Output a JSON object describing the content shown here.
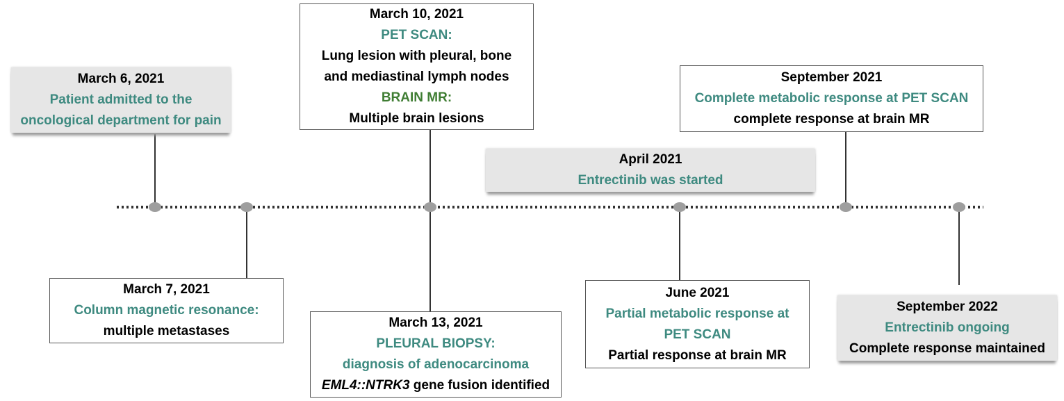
{
  "colors": {
    "teal": "#3e8a80",
    "green": "#3f7d33",
    "line": "#333333",
    "node": "#9e9e9e"
  },
  "events": {
    "e1": {
      "date": "March 6, 2021",
      "lines": [
        "Patient admitted to the",
        "oncological department for pain"
      ]
    },
    "e2": {
      "date": "March 7, 2021",
      "lines": [
        "Column magnetic resonance:"
      ],
      "detail": "multiple metastases"
    },
    "e3": {
      "date": "March 10, 2021",
      "pet_label": "PET SCAN:",
      "pet_lines": [
        "Lung lesion with pleural, bone",
        "and mediastinal lymph nodes"
      ],
      "mr_label": "BRAIN MR:",
      "mr_detail": "Multiple brain lesions"
    },
    "e4": {
      "date": "March 13, 2021",
      "lines": [
        "PLEURAL BIOPSY:",
        "diagnosis of adenocarcinoma"
      ],
      "gene": "EML4::NTRK3",
      "gene_suffix": " gene fusion identified"
    },
    "e5": {
      "date": "April 2021",
      "lines": [
        "Entrectinib was started"
      ]
    },
    "e6": {
      "date": "June 2021",
      "lines": [
        "Partial metabolic response at",
        "PET SCAN"
      ],
      "detail": "Partial response at brain MR"
    },
    "e7": {
      "date": "September 2021",
      "lines": [
        "Complete metabolic response at PET SCAN"
      ],
      "detail": "complete response at brain MR"
    },
    "e8": {
      "date": "September 2022",
      "lines": [
        "Entrectinib ongoing"
      ],
      "detail": "Complete response maintained"
    }
  }
}
